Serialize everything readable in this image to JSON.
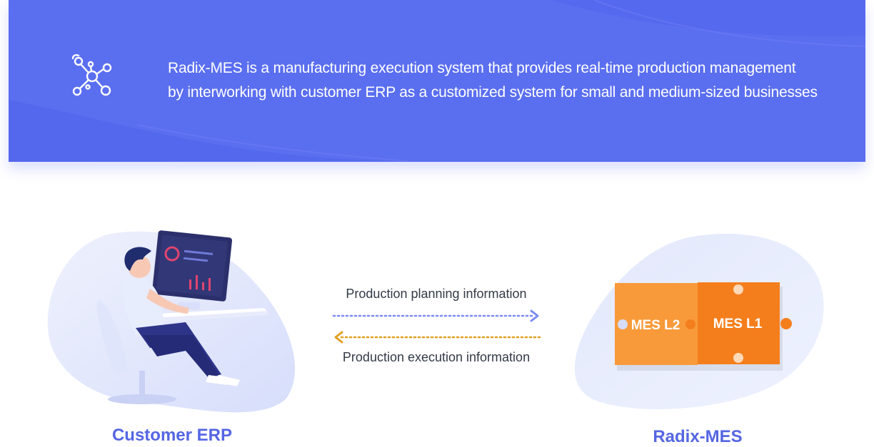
{
  "banner": {
    "icon": "network-nodes-icon",
    "lines": [
      "Radix-MES is a manufacturing execution system that provides real-time production management",
      "by interworking with customer ERP as a customized system for small and medium-sized businesses"
    ]
  },
  "left": {
    "caption": "Customer ERP",
    "illustration": "person-at-computer-illustration"
  },
  "flow": {
    "top_label": "Production planning information",
    "bottom_label": "Production execution information",
    "top_color": "#7b8bf2",
    "bottom_color": "#e0a020"
  },
  "right": {
    "caption": "Radix-MES",
    "illustration": "puzzle-pieces-illustration",
    "pieces": [
      {
        "label": "MES L2",
        "color": "#f89a3a"
      },
      {
        "label": "MES L1",
        "color": "#f57e1c"
      }
    ]
  },
  "colors": {
    "banner": "#5a6ef0",
    "caption": "#5566e3"
  }
}
